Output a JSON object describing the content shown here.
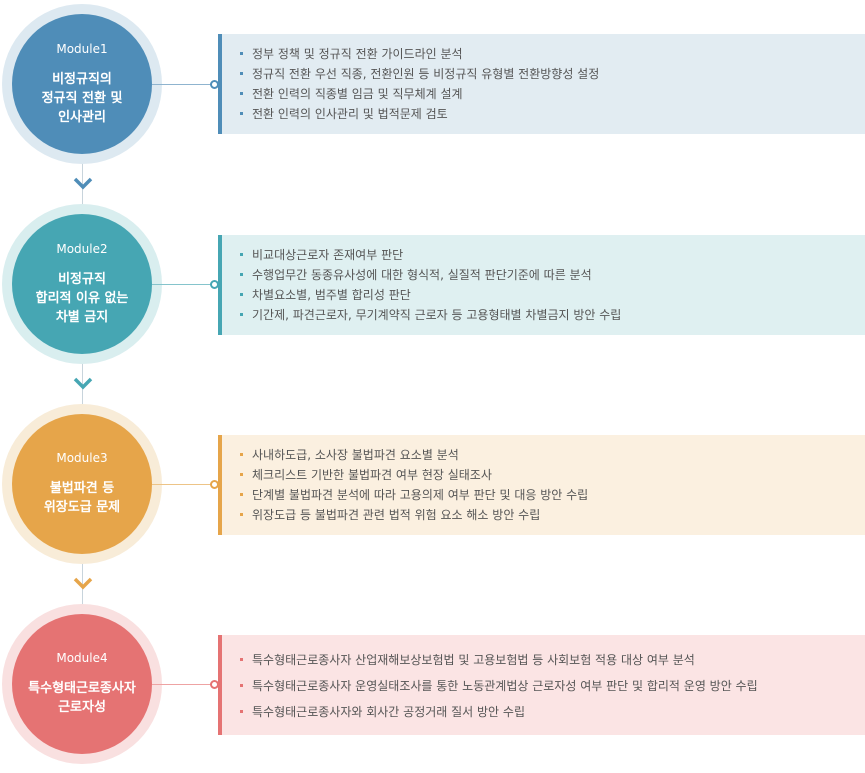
{
  "modules": [
    {
      "label": "Module1",
      "title": "비정규직의\n정규직 전환 및\n인사관리",
      "items": [
        "정부 정책 및 정규직 전환 가이드라인 분석",
        "정규직 전환 우선 직종, 전환인원 등 비정규직 유형별 전환방향성 설정",
        "전환 인력의 직종별 임금 및 직무체계 설계",
        "전환 인력의 인사관리 및 법적문제 검토"
      ]
    },
    {
      "label": "Module2",
      "title": "비정규직\n합리적 이유 없는\n차별 금지",
      "items": [
        "비교대상근로자 존재여부 판단",
        "수행업무간 동종유사성에 대한 형식적, 실질적 판단기준에 따른 분석",
        "차별요소별, 범주별 합리성 판단",
        "기간제, 파견근로자, 무기계약직 근로자 등 고용형태별 차별금지 방안 수립"
      ]
    },
    {
      "label": "Module3",
      "title": "불법파견 등\n위장도급 문제",
      "items": [
        "사내하도급, 소사장 불법파견 요소별 분석",
        "체크리스트 기반한 불법파견 여부 현장 실태조사",
        "단계별 불법파견 분석에 따라 고용의제 여부 판단 및 대응 방안 수립",
        "위장도급 등 불법파견 관련 법적 위험 요소 해소 방안 수립"
      ]
    },
    {
      "label": "Module4",
      "title": "특수형태근로종사자\n근로자성",
      "items": [
        "특수형태근로종사자 산업재해보상보험법 및 고용보험법 등 사회보험 적용 대상 여부 분석",
        "특수형태근로종사자 운영실태조사를 통한 노동관계법상 근로자성 여부 판단 및 합리적 운영 방안 수립",
        "특수형태근로종사자와 회사간 공정거래 질서 방안 수립"
      ]
    }
  ],
  "colors": {
    "module1": "#4f8db8",
    "module2": "#46a6b3",
    "module3": "#e6a54a",
    "module4": "#e57373"
  }
}
